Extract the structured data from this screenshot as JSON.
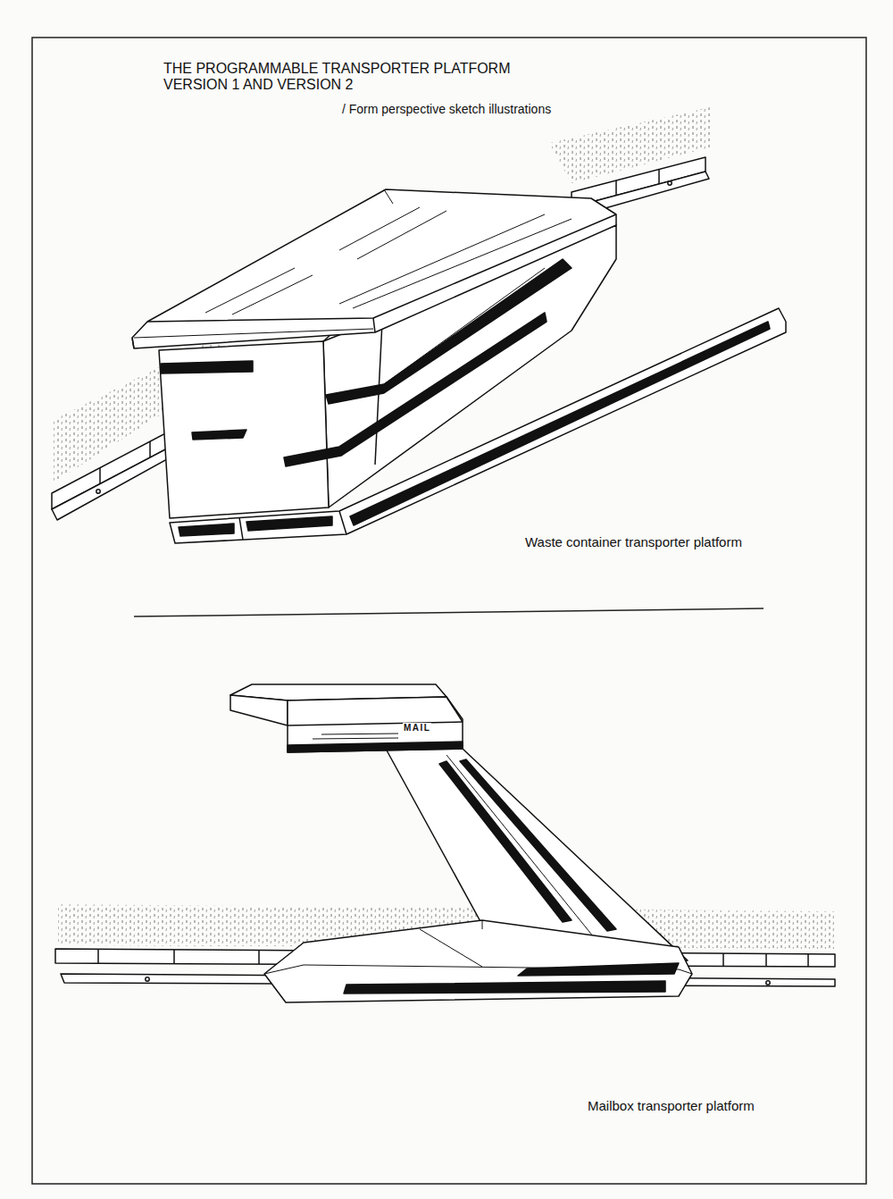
{
  "diagram": {
    "title": "THE PROGRAMMABLE TRANSPORTER PLATFORM VERSION 1 AND VERSION 2",
    "labels": [
      "/ Form perspective sketch illustrations",
      "Waste container transporter platform",
      "Mailbox transporter platform",
      "MAIL"
    ]
  }
}
